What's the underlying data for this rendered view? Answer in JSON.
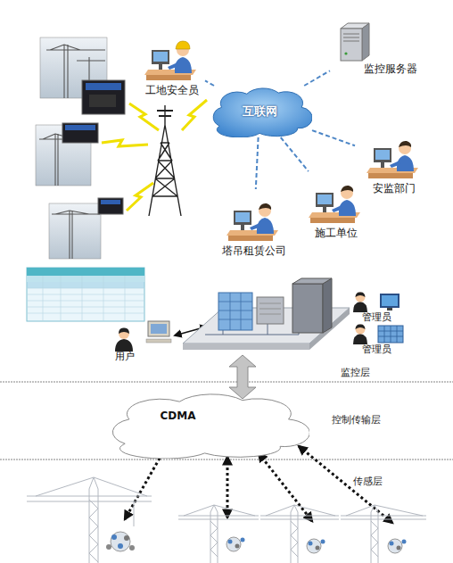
{
  "diagram": {
    "nodes": [
      {
        "text": [
          "工地安全员"
        ]
      },
      {
        "text": [
          "监控服务器"
        ]
      },
      {
        "text": [
          "互联网"
        ]
      },
      {
        "text": [
          "安监部门"
        ]
      },
      {
        "text": [
          "施工单位"
        ]
      },
      {
        "text": [
          "塔吊租赁公司"
        ]
      },
      {
        "text": [
          "管理员"
        ]
      },
      {
        "text": [
          "管理员"
        ]
      },
      {
        "text": [
          "用户"
        ]
      },
      {
        "text": [
          "CDMA"
        ]
      }
    ],
    "edges": [
      {
        "from": 2,
        "to": 0,
        "arrow": "none"
      },
      {
        "from": 2,
        "to": 1,
        "arrow": "none"
      },
      {
        "from": 2,
        "to": 3,
        "arrow": "none"
      },
      {
        "from": 2,
        "to": 4,
        "arrow": "none"
      },
      {
        "from": 2,
        "to": 5,
        "arrow": "none"
      }
    ],
    "labels": [
      "监控层",
      "控制传输层",
      "传感层"
    ]
  }
}
